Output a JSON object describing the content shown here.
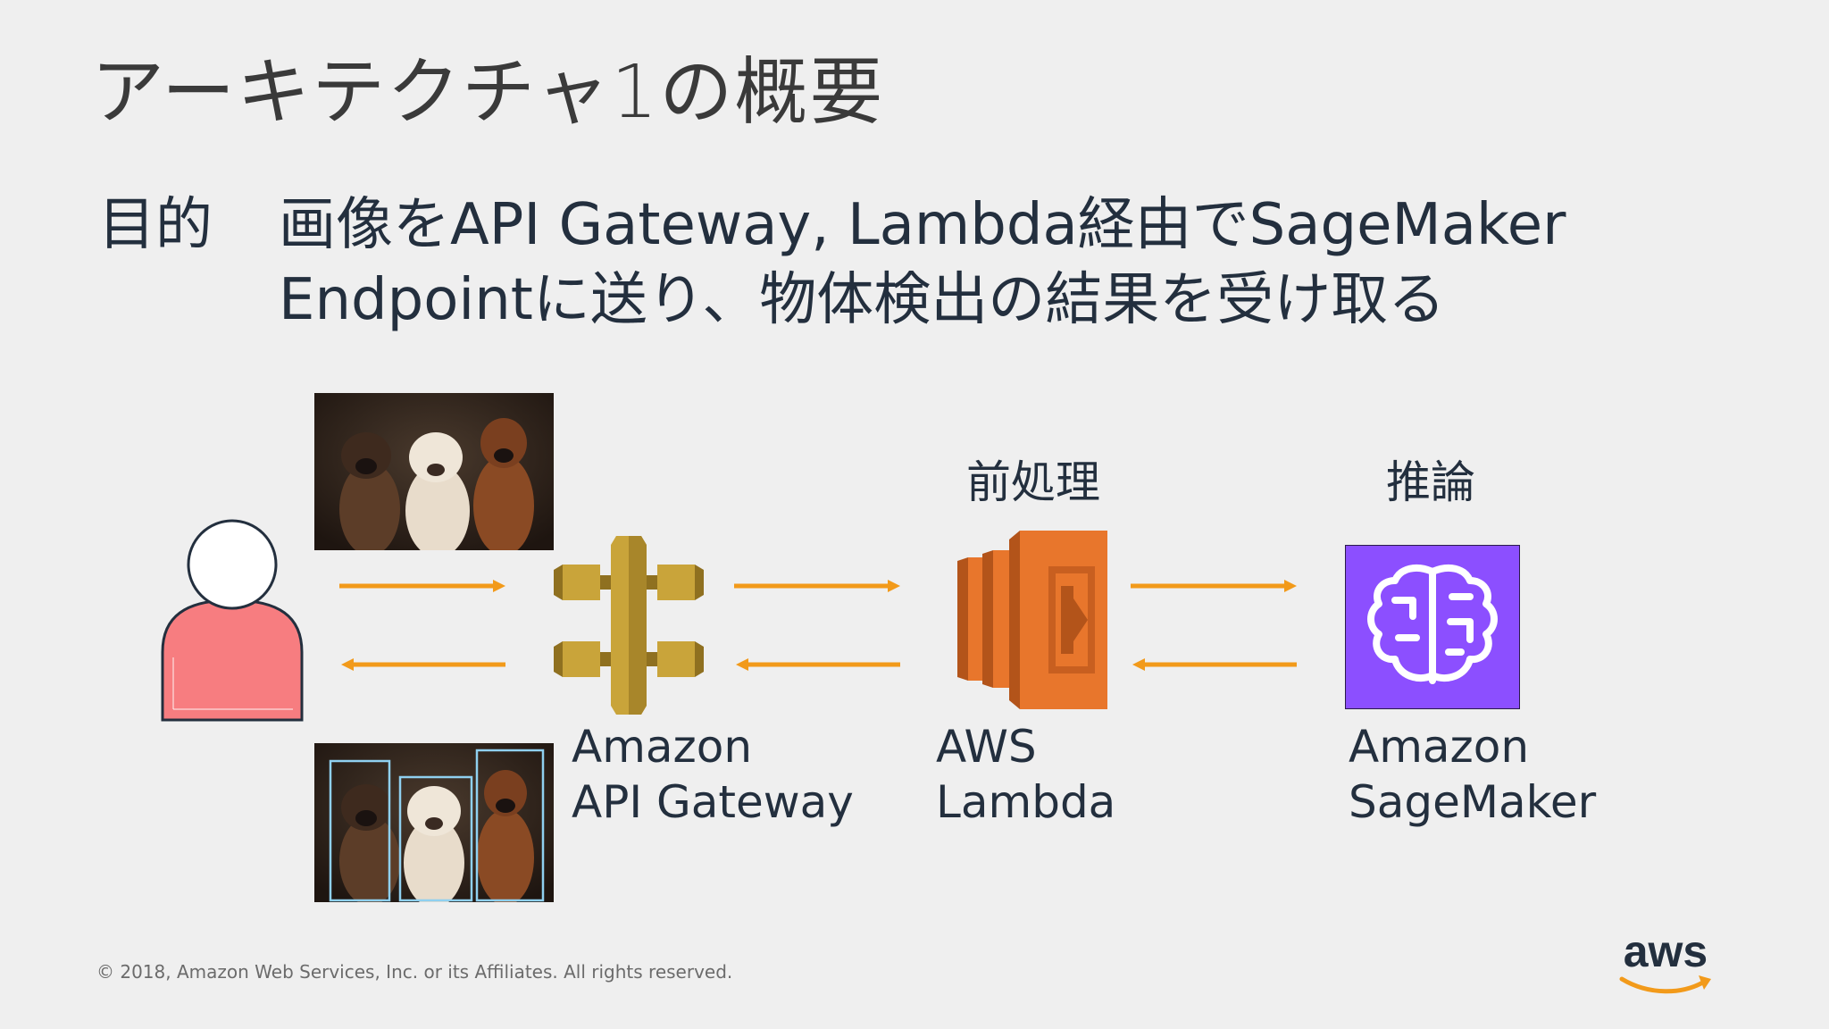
{
  "slide": {
    "title": "アーキテクチャ1の概要",
    "purpose_label": "目的",
    "purpose_line_1": "画像をAPI Gateway, Lambda経由でSageMaker",
    "purpose_line_2": "Endpointに送り、物体検出の結果を受け取る"
  },
  "diagram": {
    "lambda_caption": "前処理",
    "sagemaker_caption": "推論",
    "api_gateway": {
      "line1": "Amazon",
      "line2": "API Gateway",
      "icon": "api-gateway-icon"
    },
    "lambda": {
      "line1": "AWS",
      "line2": "Lambda",
      "icon": "lambda-icon"
    },
    "sagemaker": {
      "line1": "Amazon",
      "line2": "SageMaker",
      "icon": "sagemaker-brain-icon"
    },
    "user_icon": "user-icon",
    "arrow_color": "#f29a1a"
  },
  "footer": {
    "copyright": "© 2018, Amazon Web Services, Inc. or its Affiliates. All rights reserved.",
    "logo_text": "aws"
  },
  "colors": {
    "background": "#efefef",
    "text": "#232f3e",
    "api_gateway": "#c9a43a",
    "lambda": "#e8762c",
    "sagemaker": "#8c4fff",
    "user_body": "#f77d80",
    "aws_smile": "#f29a1a"
  }
}
